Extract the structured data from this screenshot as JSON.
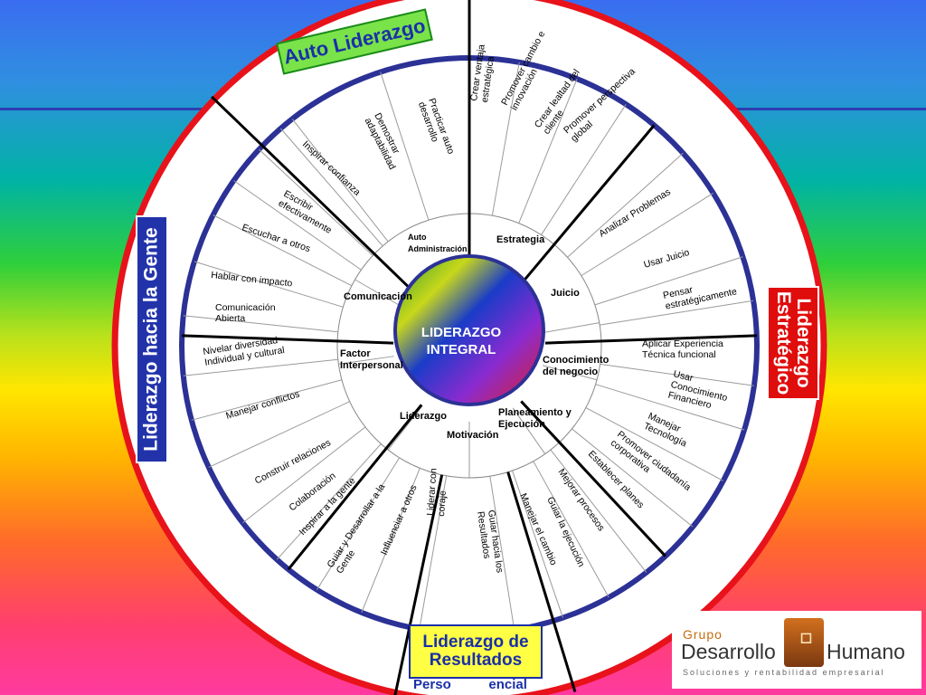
{
  "badges": {
    "top": "Auto Liderazgo",
    "left": "Liderazgo hacia la Gente",
    "right": "Liderazgo\nEstratégico",
    "bottom_line1": "Liderazgo de",
    "bottom_line2": "Resultados",
    "bottom_peek": "Perso          encial"
  },
  "center": {
    "line1": "LIDERAZGO",
    "line2": "INTEGRAL"
  },
  "ring_labels": [
    {
      "lines": [
        "Auto",
        "Administración"
      ]
    },
    {
      "lines": [
        "Estrategia"
      ]
    },
    {
      "lines": [
        "Juicio"
      ]
    },
    {
      "lines": [
        "Conocimiento",
        "del negocio"
      ]
    },
    {
      "lines": [
        "Planeamiento y",
        "Ejecución"
      ]
    },
    {
      "lines": [
        "Motivación"
      ]
    },
    {
      "lines": [
        "Liderazgo"
      ]
    },
    {
      "lines": [
        "Factor",
        "Interpersonal"
      ]
    },
    {
      "lines": [
        "Comunicación"
      ]
    }
  ],
  "outer_labels": [
    {
      "lines": [
        "Practicar auto",
        "desarrollo"
      ]
    },
    {
      "lines": [
        "Demostrar",
        "adaptabilidad"
      ]
    },
    {
      "lines": [
        "Inspirar confianza"
      ]
    },
    {
      "lines": [
        "Crear ventaja",
        "estratégica"
      ]
    },
    {
      "lines": [
        "Promover cambio e",
        "innovación"
      ]
    },
    {
      "lines": [
        "Crear lealtad del",
        "cliente"
      ]
    },
    {
      "lines": [
        "Promover perspectiva",
        "global"
      ]
    },
    {
      "lines": [
        "Analizar Problemas"
      ]
    },
    {
      "lines": [
        "Usar Juicio"
      ]
    },
    {
      "lines": [
        "Pensar",
        "estratégicamente"
      ]
    },
    {
      "lines": [
        "Aplicar Experiencia",
        "Técnica funcional"
      ]
    },
    {
      "lines": [
        "Usar",
        "Conocimiento",
        "Financiero"
      ]
    },
    {
      "lines": [
        "Manejar",
        "Tecnología"
      ]
    },
    {
      "lines": [
        "Promover ciudadanía",
        "corporativa"
      ]
    },
    {
      "lines": [
        "Establecer planes"
      ]
    },
    {
      "lines": [
        "Mejorar procesos"
      ]
    },
    {
      "lines": [
        "Guiar  la ejecución"
      ]
    },
    {
      "lines": [
        "Manejar el cambio"
      ]
    },
    {
      "lines": [
        "Guiar hacia los",
        "Resultados"
      ]
    },
    {
      "lines": [
        "Liderar con",
        "coraje"
      ]
    },
    {
      "lines": [
        "Influenciar a otros"
      ]
    },
    {
      "lines": [
        "Guiar y Desarrollar a la",
        "Gente"
      ]
    },
    {
      "lines": [
        "Inspirar a la gente"
      ]
    },
    {
      "lines": [
        "Colaboración"
      ]
    },
    {
      "lines": [
        "Construir relaciones"
      ]
    },
    {
      "lines": [
        "Manejar conflictos"
      ]
    },
    {
      "lines": [
        "Nivelar diversidad",
        "Individual y cultural"
      ]
    },
    {
      "lines": [
        "Comunicación",
        "Abierta"
      ]
    },
    {
      "lines": [
        "Hablar con impacto"
      ]
    },
    {
      "lines": [
        "Escuchar a otros"
      ]
    },
    {
      "lines": [
        "Escribir",
        "efectivamente"
      ]
    }
  ],
  "logo": {
    "group": "Grupo",
    "name_left": "Desarrollo",
    "name_right": "Humano",
    "tagline": "Soluciones y rentabilidad empresarial"
  },
  "colors": {
    "outer_ring": "#e8121b",
    "inner_ring": "#2c3196",
    "spokes": "#000000",
    "center_text": "#ffffff"
  }
}
